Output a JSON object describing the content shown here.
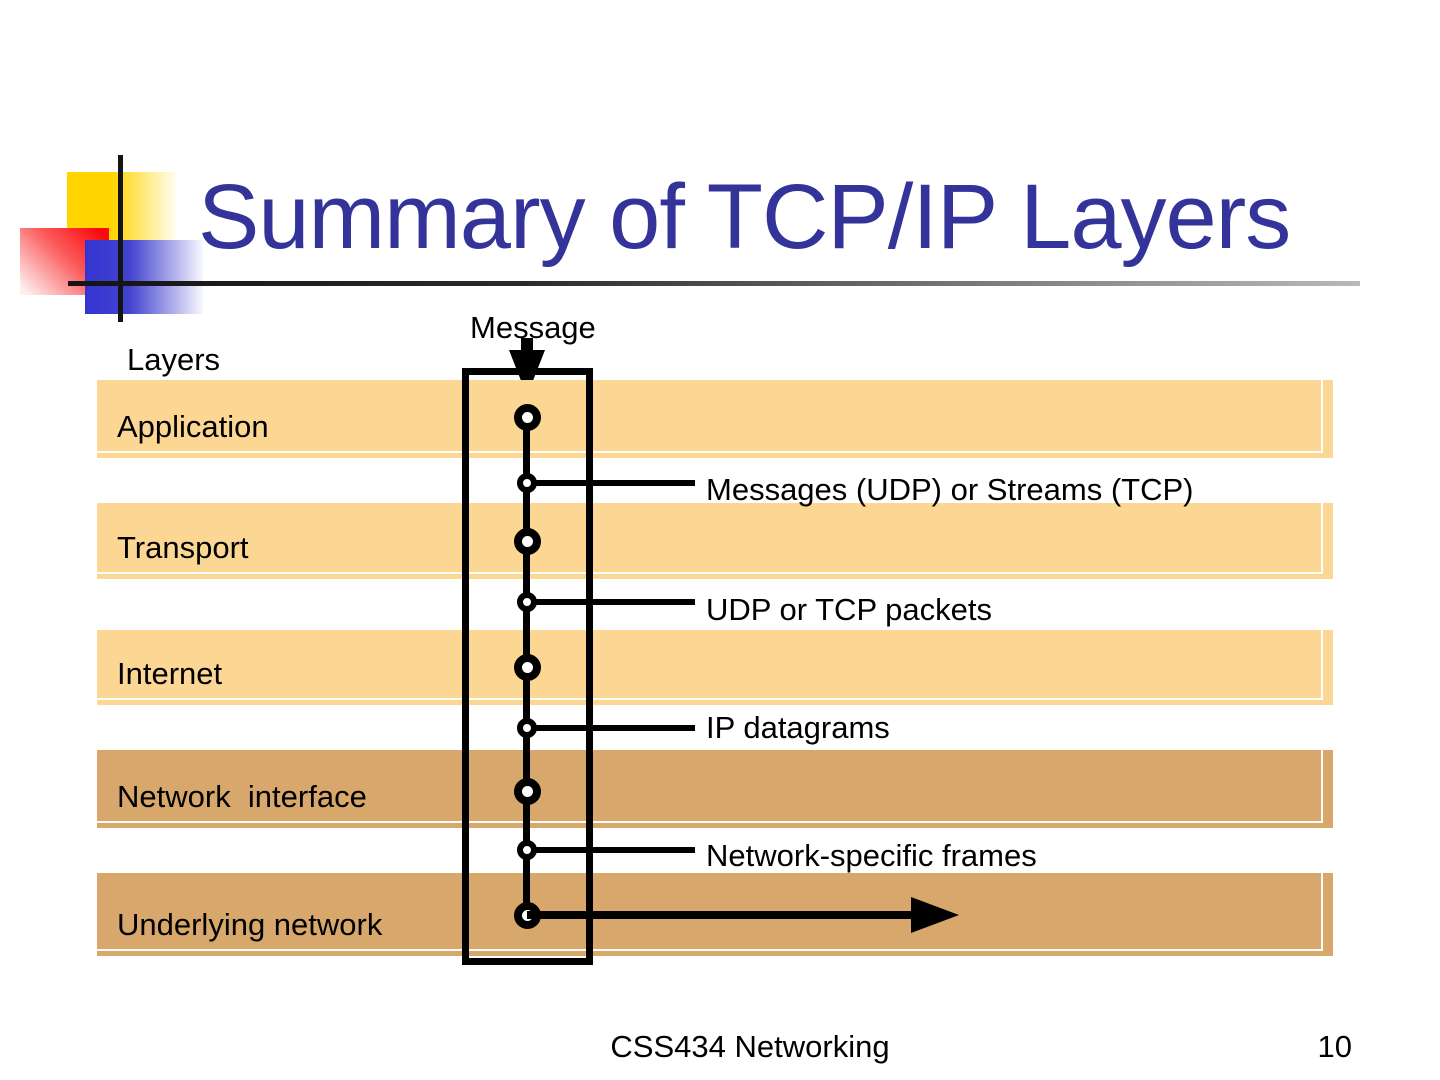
{
  "slide": {
    "title": "Summary of TCP/IP Layers",
    "labels": {
      "message": "Message",
      "layers": "Layers"
    },
    "layers": [
      {
        "name": "Application",
        "tone": "light"
      },
      {
        "name": "Transport",
        "tone": "light"
      },
      {
        "name": "Internet",
        "tone": "light"
      },
      {
        "name": "Network  interface",
        "tone": "dark"
      },
      {
        "name": "Underlying network",
        "tone": "dark"
      }
    ],
    "data_unit_labels": [
      "Messages (UDP) or Streams (TCP)",
      "UDP or TCP packets",
      "IP datagrams",
      "Network-specific frames"
    ],
    "footer": {
      "course": "CSS434 Networking",
      "page_number": "10"
    },
    "colors": {
      "title": "#333399",
      "light_band": "#FCD794",
      "dark_band": "#D7A76C"
    }
  }
}
